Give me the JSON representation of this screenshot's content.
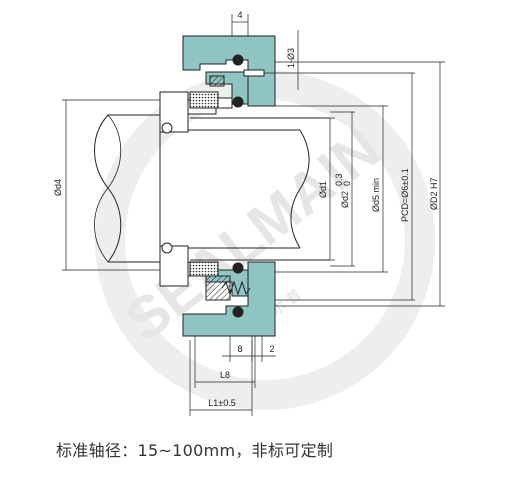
{
  "dimensions": {
    "top_width": "4",
    "hole": "1-Ø3",
    "d4": "Ød4",
    "d1": "Ød1",
    "d2_base": "Ød2",
    "d2_sup": "0.3",
    "d2_sub": "0",
    "d5": "Ød5 min",
    "pcd": "PCD=Ø6±0.1",
    "D2": "ØD2 H7",
    "dim_8": "8",
    "dim_2": "2",
    "L8": "L8",
    "L1": "L1±0.5"
  },
  "watermark": {
    "text": "SEALMAIN",
    "chinese": "精 尔 普"
  },
  "caption": "标准轴径：15~100mm，非标可定制",
  "colors": {
    "teal": "#8fc5c2",
    "line": "#222222",
    "watermark": "#e9e9e9"
  }
}
